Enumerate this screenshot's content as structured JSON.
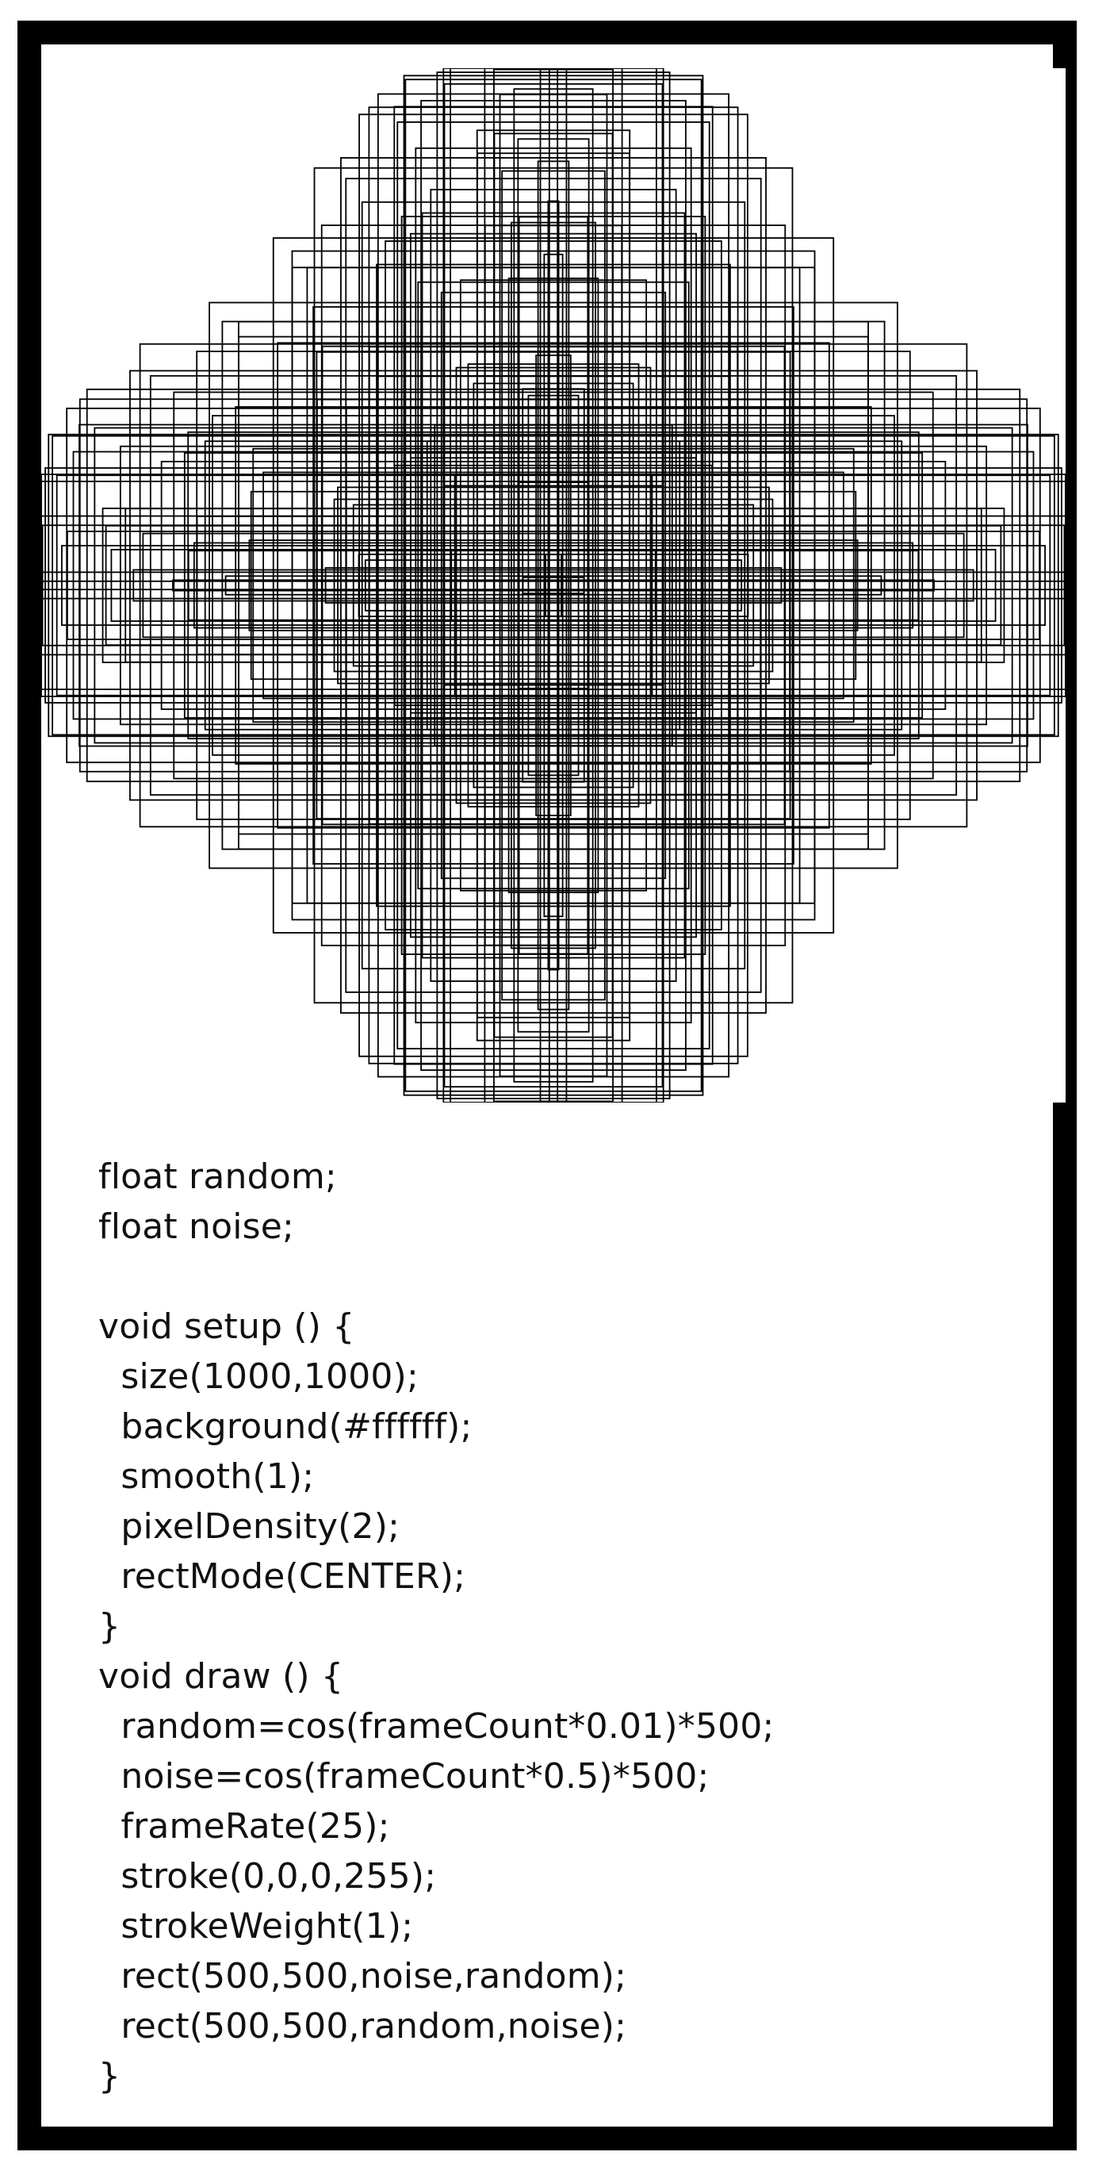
{
  "colors": {
    "frame": "#000000",
    "background": "#ffffff",
    "stroke": "#000000",
    "text": "#111111"
  },
  "artwork": {
    "description_icon": "rect-sweep-artwork",
    "rect_pairs": 60
  },
  "code": {
    "lines": [
      "float random;",
      "float noise;",
      "",
      "void setup () {",
      "  size(1000,1000);",
      "  background(#ffffff);",
      "  smooth(1);",
      "  pixelDensity(2);",
      "  rectMode(CENTER);",
      "}",
      "void draw () {",
      "  random=cos(frameCount*0.01)*500;",
      "  noise=cos(frameCount*0.5)*500;",
      "  frameRate(25);",
      "  stroke(0,0,0,255);",
      "  strokeWeight(1);",
      "  rect(500,500,noise,random);",
      "  rect(500,500,random,noise);",
      "}"
    ]
  }
}
